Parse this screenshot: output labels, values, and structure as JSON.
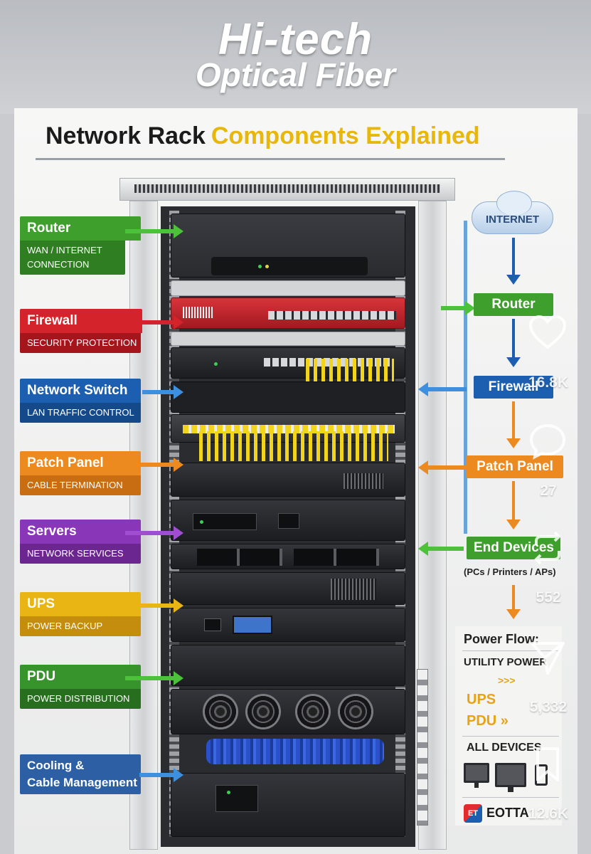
{
  "header": {
    "line1": "Hi-tech",
    "line2": "Optical Fiber"
  },
  "poster": {
    "title_main": "Network Rack",
    "title_accent": "Components Explained"
  },
  "left_labels": [
    {
      "title": "Router",
      "subtitle": "WAN / INTERNET CONNECTION",
      "color": "#3e9f2c"
    },
    {
      "title": "Firewall",
      "subtitle": "SECURITY PROTECTION",
      "color": "#d4232b"
    },
    {
      "title": "Network Switch",
      "subtitle": "LAN TRAFFIC CONTROL",
      "color": "#1c5fb0"
    },
    {
      "title": "Patch Panel",
      "subtitle": "CABLE TERMINATION",
      "color": "#ec8a1f"
    },
    {
      "title": "Servers",
      "subtitle": "NETWORK SERVICES",
      "color": "#8a36b8"
    },
    {
      "title": "UPS",
      "subtitle": "POWER BACKUP",
      "color": "#e8b514"
    },
    {
      "title": "PDU",
      "subtitle": "POWER DISTRIBUTION",
      "color": "#37932b"
    },
    {
      "title_line1": "Cooling &",
      "title_line2": "Cable Management",
      "color": "#2d5fa5"
    }
  ],
  "flow": {
    "internet": "INTERNET",
    "router": "Router",
    "firewall": "Firewall",
    "patch_panel": "Patch Panel",
    "end_devices": "End Devices",
    "end_devices_sub": "(PCs / Printers / APs)"
  },
  "power_flow": {
    "title": "Power Flow:",
    "utility": "UTILITY POWER",
    "chevrons": ">>>",
    "ups": "UPS",
    "pdu": "PDU",
    "pdu_chevrons": "»",
    "all_devices": "ALL DEVICES"
  },
  "brand": {
    "logo": "ET",
    "name": "EOTTA"
  },
  "social": {
    "likes": "16.8K",
    "comments": "27",
    "reposts": "552",
    "shares": "5,332",
    "saves": "12.6K"
  }
}
